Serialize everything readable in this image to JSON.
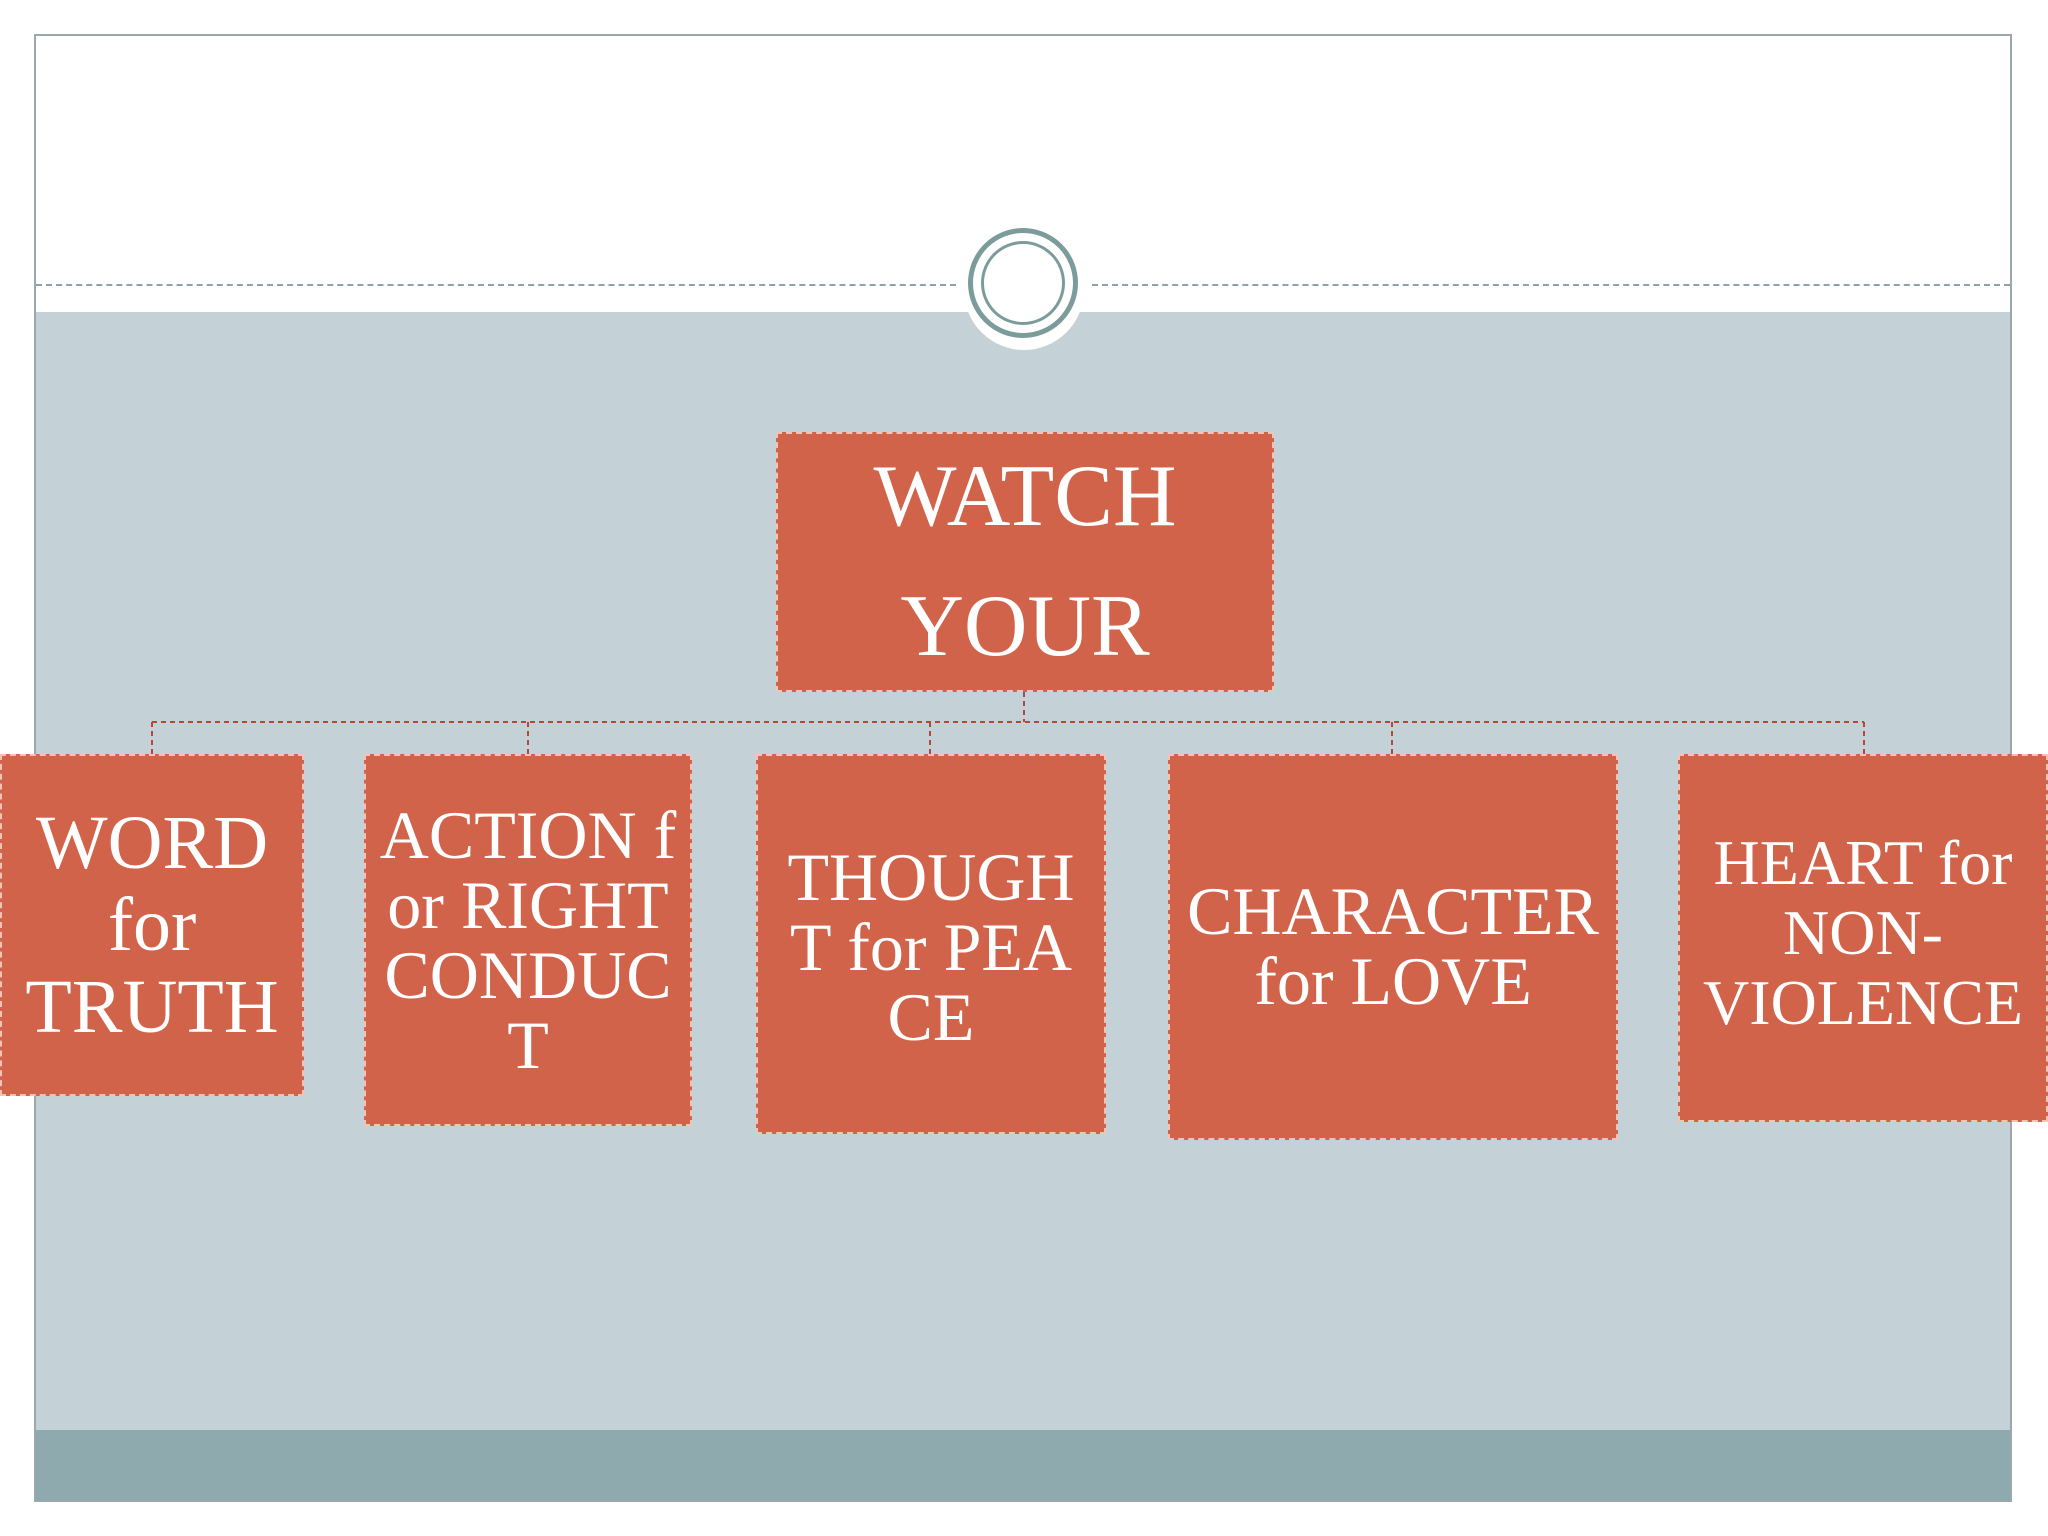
{
  "diagram": {
    "root": {
      "label": "WATCH YOUR"
    },
    "children": [
      {
        "label": "WORD for TRUTH"
      },
      {
        "label": "ACTION for RIGHT CONDUCT"
      },
      {
        "label": "THOUGHT for PEACE"
      },
      {
        "label": "CHARACTER for LOVE"
      },
      {
        "label": "HEART for NON-VIOLENCE"
      }
    ],
    "colors": {
      "box_fill": "#d1634a",
      "box_text": "#ffffff",
      "connector": "#b8453a",
      "background": "#c4d1d6",
      "footer": "#8eaaaf",
      "ornament": "#7c9c9c"
    }
  }
}
